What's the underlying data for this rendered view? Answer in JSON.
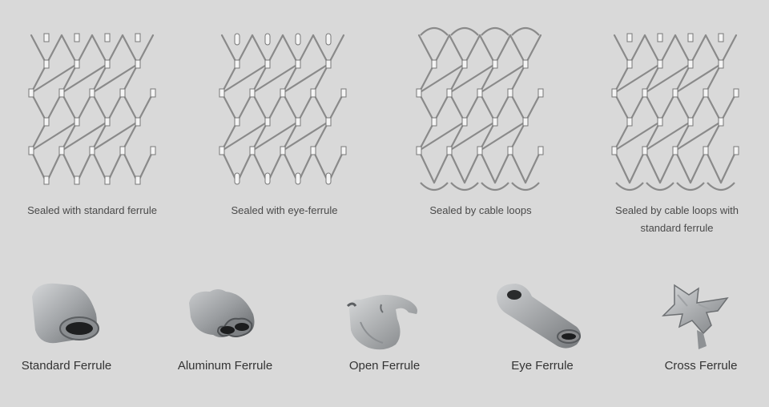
{
  "meshes": [
    {
      "caption": "Sealed with standard ferrule",
      "variant": "standard-ferrule"
    },
    {
      "caption": "Sealed with eye-ferrule",
      "variant": "eye-ferrule"
    },
    {
      "caption": "Sealed by cable loops",
      "variant": "cable-loops"
    },
    {
      "caption_line1": "Sealed by cable loops with",
      "caption_line2": "standard ferrule",
      "variant": "cable-loops-ferrule"
    }
  ],
  "parts": [
    {
      "label": "Standard Ferrule",
      "icon": "standard-ferrule-icon"
    },
    {
      "label": "Aluminum Ferrule",
      "icon": "aluminum-ferrule-icon"
    },
    {
      "label": "Open Ferrule",
      "icon": "open-ferrule-icon"
    },
    {
      "label": "Eye Ferrule",
      "icon": "eye-ferrule-icon"
    },
    {
      "label": "Cross Ferrule",
      "icon": "cross-ferrule-icon"
    }
  ],
  "colors": {
    "background": "#d9d9d9",
    "wire": "#8a8a8a",
    "metal": "#a9acae"
  }
}
